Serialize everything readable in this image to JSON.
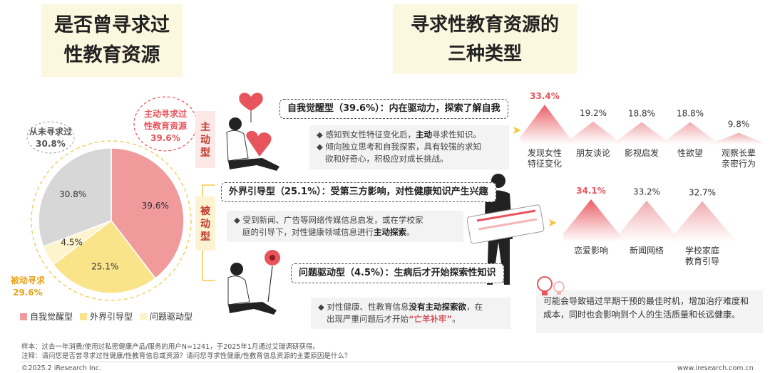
{
  "titles": {
    "left": [
      "是否曾寻求过",
      "性教育资源"
    ],
    "right": [
      "寻求性教育资源的",
      "三种类型"
    ]
  },
  "pie_labels": {
    "never": {
      "name": "从未寻求过",
      "value": "30.8%"
    },
    "active": {
      "name": [
        "主动寻求过",
        "性教育资源"
      ],
      "value": "39.6%"
    },
    "passive": {
      "name": "被动寻求",
      "value": "29.6%"
    }
  },
  "legend": [
    "自我觉醒型",
    "外界引导型",
    "问题驱动型"
  ],
  "tags": {
    "active": [
      "主",
      "动",
      "型"
    ],
    "passive": [
      "被",
      "动",
      "型"
    ]
  },
  "types": {
    "self": {
      "bubble": "自我觉醒型（39.6%）：内在驱动力，探索了解自我",
      "lines": [
        [
          "◆ 感知到女性特征变化后，",
          "主动",
          "寻求性知识。"
        ],
        [
          "◆ 倾向独立思考和自我探索，具有较强的求知"
        ],
        [
          "欲和好奇心，积极应对成长挑战。"
        ]
      ]
    },
    "guided": {
      "bubble": "外界引导型（25.1%）：受第三方影响，对性健康知识产生兴趣",
      "lines": [
        [
          "◆ 受到新闻、广告等网络传媒信息启发，或在学校家"
        ],
        [
          "庭的引导下，对性健康领域信息进行",
          "主动探索",
          "。"
        ]
      ]
    },
    "problem": {
      "bubble": "问题驱动型（4.5%）：生病后才开始探索性知识",
      "lines": [
        [
          "◆ 对性健康、性教育信息",
          "没有主动探索欲",
          "，在"
        ],
        [
          "出现严重问题后才开始",
          "“亡羊补牢”",
          "。"
        ]
      ]
    }
  },
  "note": "可能会导致错过早期干预的最佳时机，增加治疗难度和成本，同时也会影响到个人的生活质量和长远健康。",
  "footer": {
    "sample": "样本：过去一年消费/使用过私密健康产品/服务的用户N=1241，于2025年1月通过艾瑞调研获得。",
    "note": "注释：请问您是否曾寻求过性健康/性教育信息或资源？请问您寻求性健康/性教育信息资源的主要原因是什么？",
    "copyright": "©2025.2 iResearch Inc.",
    "site": "www.iresearch.com.cn"
  },
  "colors": {
    "self": "#f09a9c",
    "guided": "#fae48a",
    "problem": "#fdf4cc",
    "never": "#d7d7d7",
    "accent": "#e8545c"
  },
  "chart_data": [
    {
      "type": "pie",
      "categories": [
        "自我觉醒型",
        "外界引导型",
        "问题驱动型",
        "从未寻求过"
      ],
      "values": [
        39.6,
        25.1,
        4.5,
        30.8
      ],
      "value_labels": [
        "39.6%",
        "25.1%",
        "4.5%",
        "30.8%"
      ]
    },
    {
      "type": "area",
      "categories": [
        "发现女性特征变化",
        "朋友谈论",
        "影视启发",
        "性欲望",
        "观察长辈亲密行为"
      ],
      "cat_lines": [
        [
          "发现女性",
          "特征变化"
        ],
        [
          "朋友谈论"
        ],
        [
          "影视启发"
        ],
        [
          "性欲望"
        ],
        [
          "观察长辈",
          "亲密行为"
        ]
      ],
      "values": [
        33.4,
        19.2,
        18.8,
        18.8,
        9.8
      ],
      "value_labels": [
        "33.4%",
        "19.2%",
        "18.8%",
        "18.8%",
        "9.8%"
      ],
      "highlight_index": 0
    },
    {
      "type": "area",
      "categories": [
        "恋爱影响",
        "新闻网络",
        "学校家庭教育引导"
      ],
      "cat_lines": [
        [
          "恋爱影响"
        ],
        [
          "新闻网络"
        ],
        [
          "学校家庭",
          "教育引导"
        ]
      ],
      "values": [
        34.1,
        33.2,
        32.7
      ],
      "value_labels": [
        "34.1%",
        "33.2%",
        "32.7%"
      ],
      "highlight_index": 0
    }
  ]
}
